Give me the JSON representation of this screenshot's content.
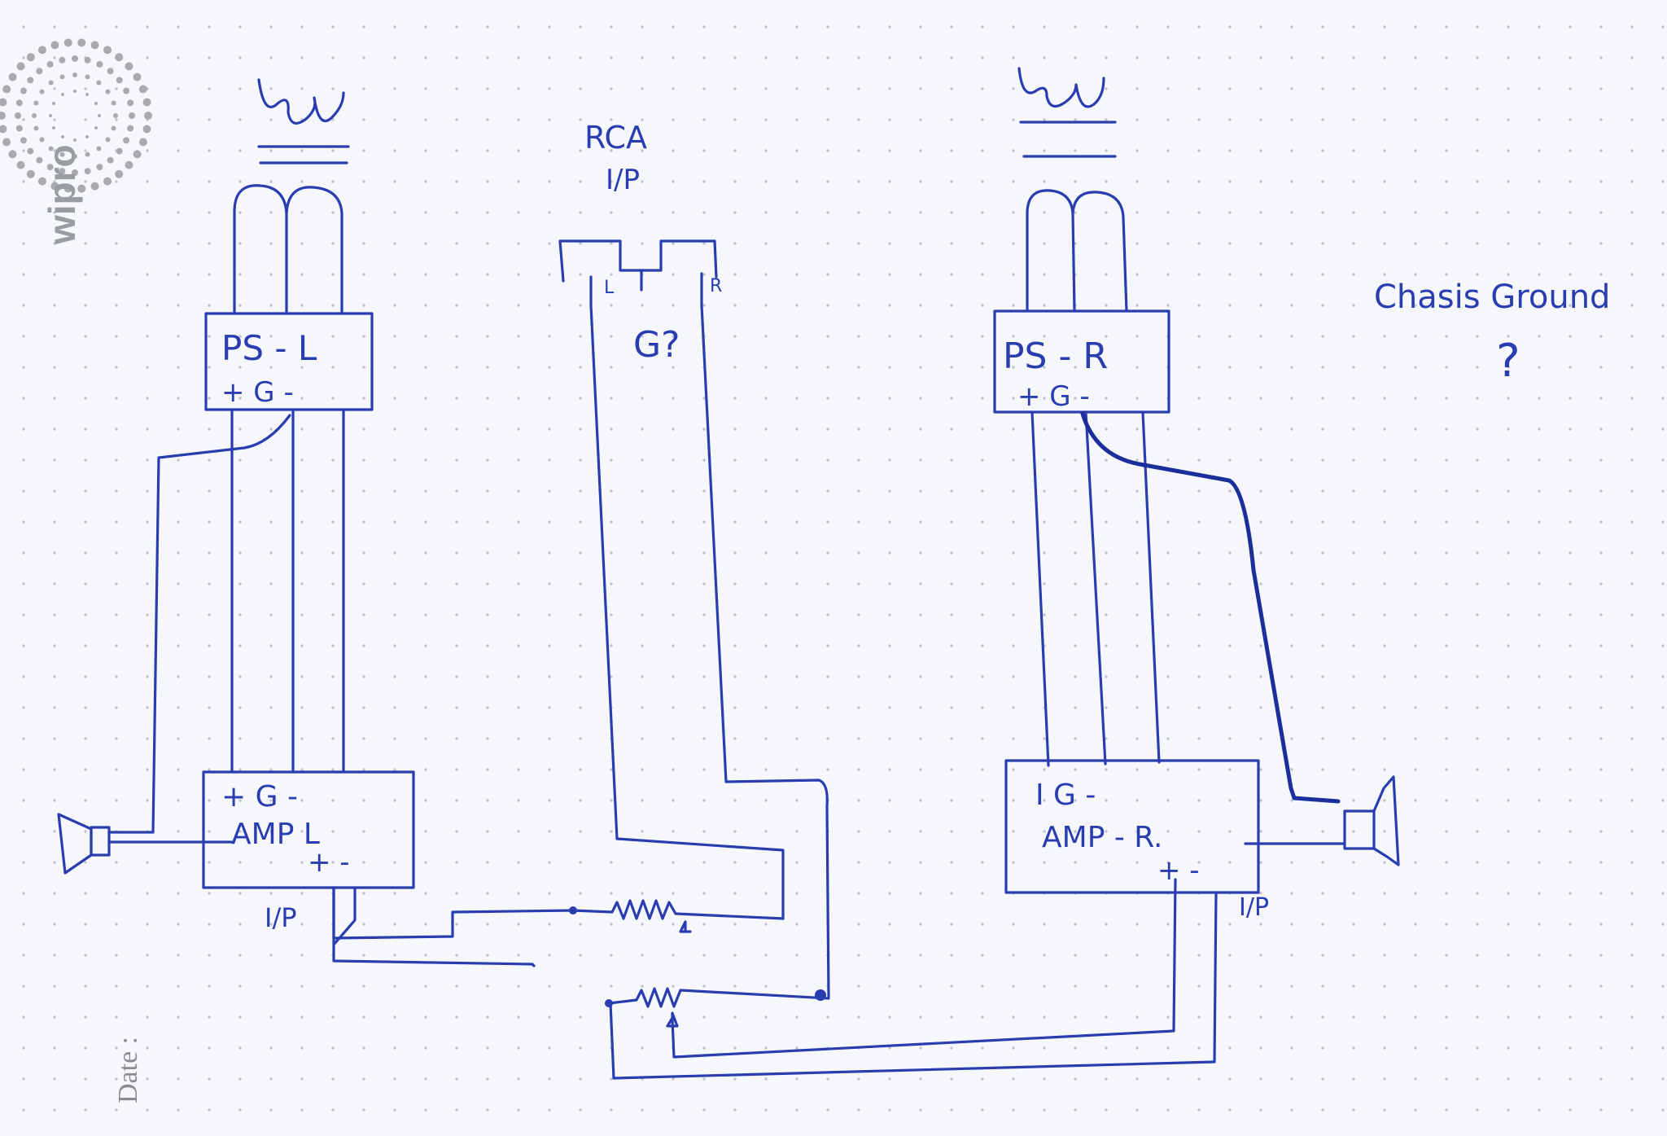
{
  "brand": {
    "logo_text": "wipro"
  },
  "notebook": {
    "date_label": "Date :"
  },
  "labels": {
    "rca_title": "RCA",
    "rca_sub": "I/P",
    "rca_l": "L",
    "rca_r": "R",
    "rca_g": "G?",
    "ps_l": "PS - L",
    "ps_l_pins": "+ G -",
    "ps_r": "PS - R",
    "ps_r_pins": "+ G -",
    "amp_l_pins": "+ G -",
    "amp_l": "AMP L",
    "amp_l_in_pins": "+ -",
    "amp_l_ip": "I/P",
    "amp_r_pins": "I G -",
    "amp_r": "AMP - R.",
    "amp_r_in_pins": "+ -",
    "amp_r_ip": "I/P",
    "chassis_ground": "Chasis Ground",
    "question_mark": "?"
  },
  "colors": {
    "ink": "#2a3db0",
    "ink_dark": "#1b2e9c",
    "paper": "#f6f7fb"
  }
}
